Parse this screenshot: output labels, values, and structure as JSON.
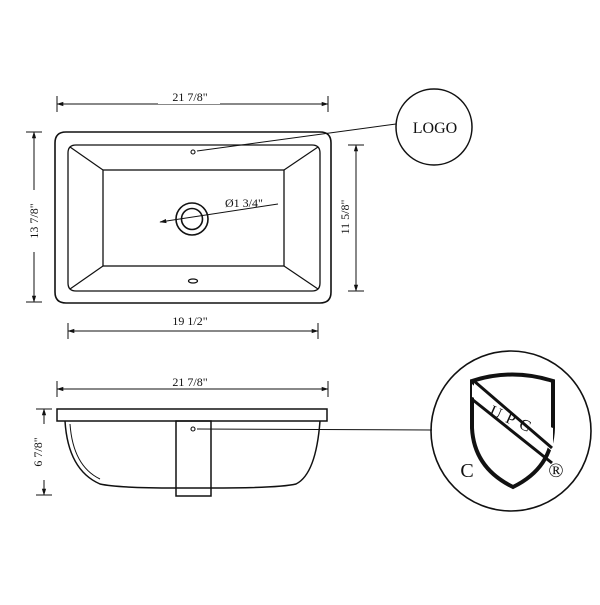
{
  "top_view": {
    "width_overall": "21 7/8\"",
    "height_overall": "13 7/8\"",
    "bowl_height": "11 5/8\"",
    "bowl_width": "19 1/2\"",
    "drain_diameter": "Ø1 3/4\""
  },
  "logo_callout": {
    "label": "LOGO"
  },
  "side_view": {
    "width_overall": "21 7/8\"",
    "depth": "6 7/8\""
  },
  "upc_mark": {
    "shield_text": "UPC",
    "c_text": "C",
    "registered_text": "®"
  },
  "colors": {
    "line": "#111111",
    "background": "#ffffff"
  }
}
